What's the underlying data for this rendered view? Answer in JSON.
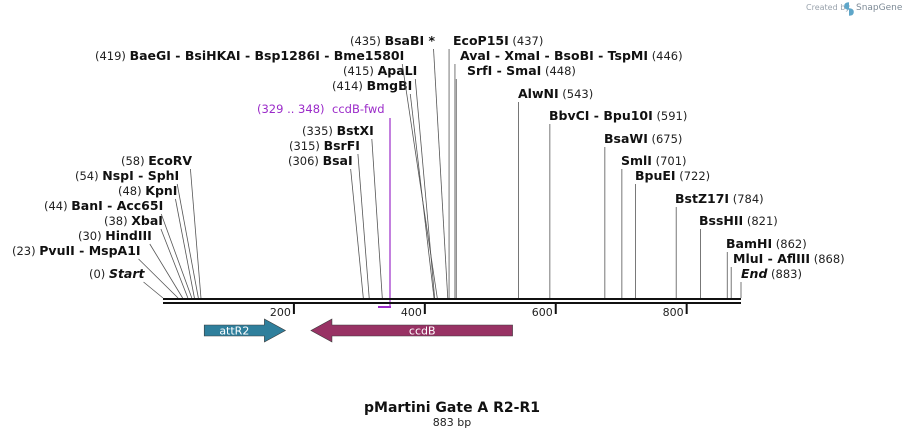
{
  "watermark": {
    "created_by": "Created by",
    "brand": "SnapGene"
  },
  "map": {
    "title": "pMartini Gate A R2-R1",
    "length_label": "883 bp",
    "length": 883,
    "ticks": [
      {
        "pos": 200,
        "label": "200"
      },
      {
        "pos": 400,
        "label": "400"
      },
      {
        "pos": 600,
        "label": "600"
      },
      {
        "pos": 800,
        "label": "800"
      }
    ],
    "features": [
      {
        "name": "attR2",
        "start": 63,
        "end": 187,
        "direction": "forward",
        "color": "#2f7f9c"
      },
      {
        "name": "ccdB",
        "start": 226,
        "end": 534,
        "direction": "reverse",
        "color": "#983264"
      }
    ],
    "primer": {
      "name": "ccdB-fwd",
      "range": "(329 .. 348)",
      "start": 329,
      "end": 348,
      "color": "#9b2bc9"
    },
    "sites": [
      {
        "names": [
          "Start"
        ],
        "pos": "(0)",
        "at": 0,
        "italic": true
      },
      {
        "names": [
          "PvuII",
          "MspA1I"
        ],
        "pos": "(23)",
        "at": 23
      },
      {
        "names": [
          "HindIII"
        ],
        "pos": "(30)",
        "at": 30
      },
      {
        "names": [
          "XbaI"
        ],
        "pos": "(38)",
        "at": 38
      },
      {
        "names": [
          "BanI",
          "Acc65I"
        ],
        "pos": "(44)",
        "at": 44
      },
      {
        "names": [
          "KpnI"
        ],
        "pos": "(48)",
        "at": 48
      },
      {
        "names": [
          "NspI",
          "SphI"
        ],
        "pos": "(54)",
        "at": 54
      },
      {
        "names": [
          "EcoRV"
        ],
        "pos": "(58)",
        "at": 58
      },
      {
        "names": [
          "BsaI"
        ],
        "pos": "(306)",
        "at": 306
      },
      {
        "names": [
          "BsrFI"
        ],
        "pos": "(315)",
        "at": 315
      },
      {
        "names": [
          "BstXI"
        ],
        "pos": "(335)",
        "at": 335
      },
      {
        "names": [
          "BmgBI"
        ],
        "pos": "(414)",
        "at": 414
      },
      {
        "names": [
          "ApaLI"
        ],
        "pos": "(415)",
        "at": 415
      },
      {
        "names": [
          "BaeGI",
          "BsiHKAI",
          "Bsp1286I",
          "Bme1580I"
        ],
        "pos": "(419)",
        "at": 419
      },
      {
        "names": [
          "BsaBI"
        ],
        "pos": "(435)",
        "at": 435,
        "star": "*"
      },
      {
        "names": [
          "EcoP15I"
        ],
        "pos": "(437)",
        "at": 437
      },
      {
        "names": [
          "AvaI",
          "XmaI",
          "BsoBI",
          "TspMI"
        ],
        "pos": "(446)",
        "at": 446
      },
      {
        "names": [
          "SrfI",
          "SmaI"
        ],
        "pos": "(448)",
        "at": 448
      },
      {
        "names": [
          "AlwNI"
        ],
        "pos": "(543)",
        "at": 543
      },
      {
        "names": [
          "BbvCI",
          "Bpu10I"
        ],
        "pos": "(591)",
        "at": 591
      },
      {
        "names": [
          "BsaWI"
        ],
        "pos": "(675)",
        "at": 675
      },
      {
        "names": [
          "SmlI"
        ],
        "pos": "(701)",
        "at": 701
      },
      {
        "names": [
          "BpuEI"
        ],
        "pos": "(722)",
        "at": 722
      },
      {
        "names": [
          "BstZ17I"
        ],
        "pos": "(784)",
        "at": 784
      },
      {
        "names": [
          "BssHII"
        ],
        "pos": "(821)",
        "at": 821
      },
      {
        "names": [
          "BamHI"
        ],
        "pos": "(862)",
        "at": 862
      },
      {
        "names": [
          "MluI",
          "AflIII"
        ],
        "pos": "(868)",
        "at": 868
      },
      {
        "names": [
          "End"
        ],
        "pos": "(883)",
        "at": 883,
        "italic": true
      }
    ]
  }
}
